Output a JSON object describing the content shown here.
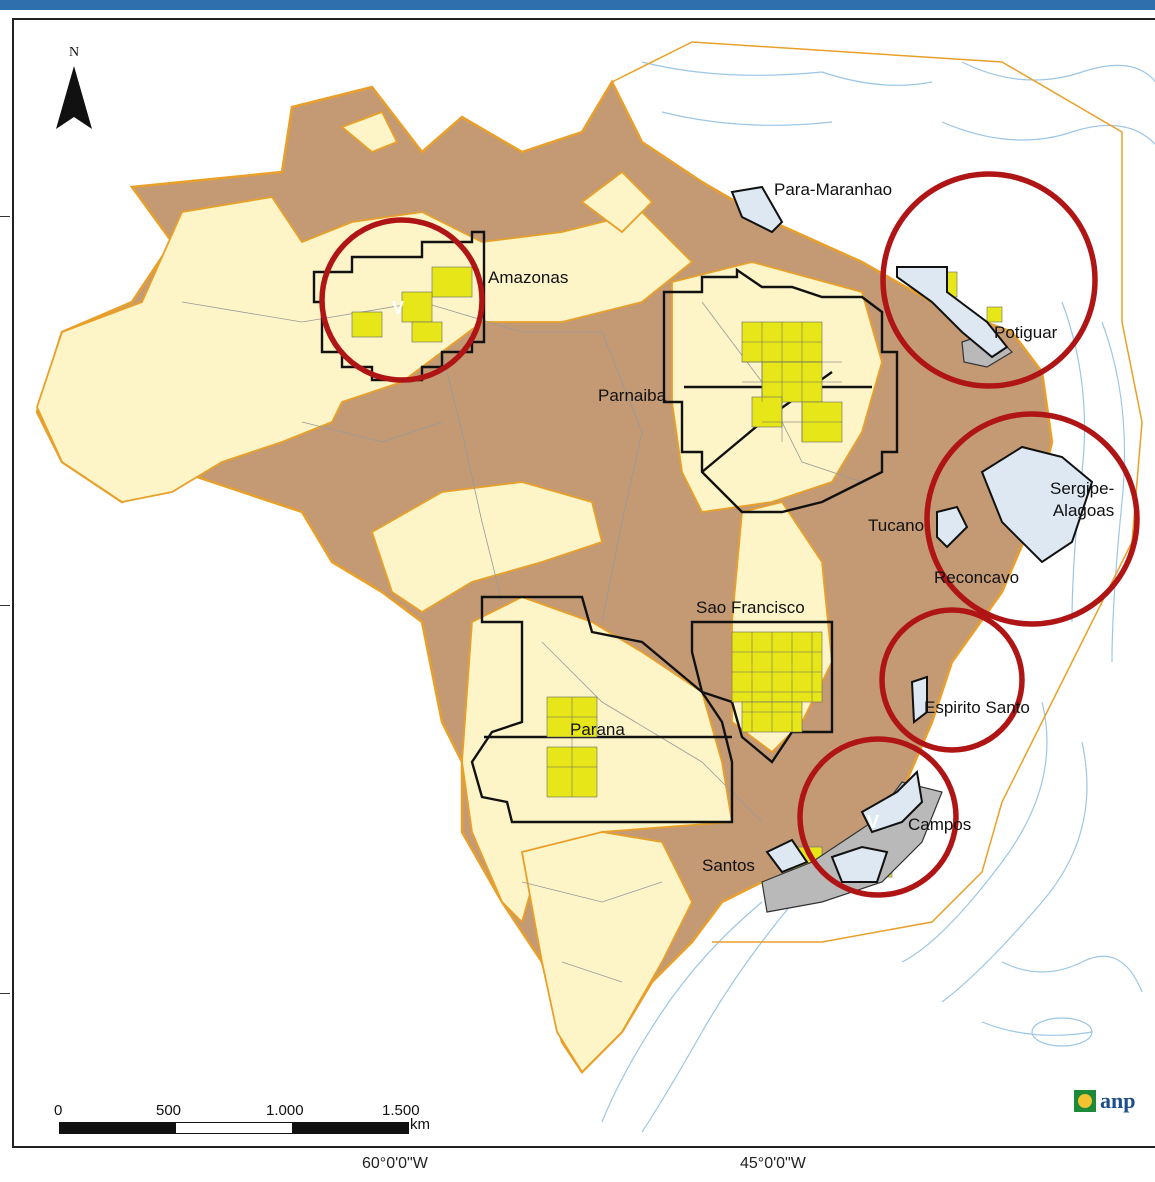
{
  "map": {
    "north_label": "N",
    "basins": [
      "Para-Maranhao",
      "Amazonas",
      "Potiguar",
      "Parnaiba",
      "Sergipe-\nAlagoas",
      "Tucano",
      "Reconcavo",
      "Sao Francisco",
      "Espirito Santo",
      "Parana",
      "Campos",
      "Santos"
    ],
    "markers": [
      "V",
      "V"
    ],
    "longitude_labels": [
      "60°0'0\"W",
      "45°0'0\"W"
    ],
    "scale": {
      "ticks": [
        "0",
        "500",
        "1.000",
        "1.500"
      ],
      "unit": "km"
    },
    "logo_text": "anp",
    "colors": {
      "land": "#c49a74",
      "basin_fill": "#fdf5c8",
      "outline": "#e8a02a",
      "blocks": "#e6e619",
      "circle": "#b01515",
      "bathymetry": "#9cc6e6",
      "offshore_gray": "#b9b9b9"
    }
  }
}
